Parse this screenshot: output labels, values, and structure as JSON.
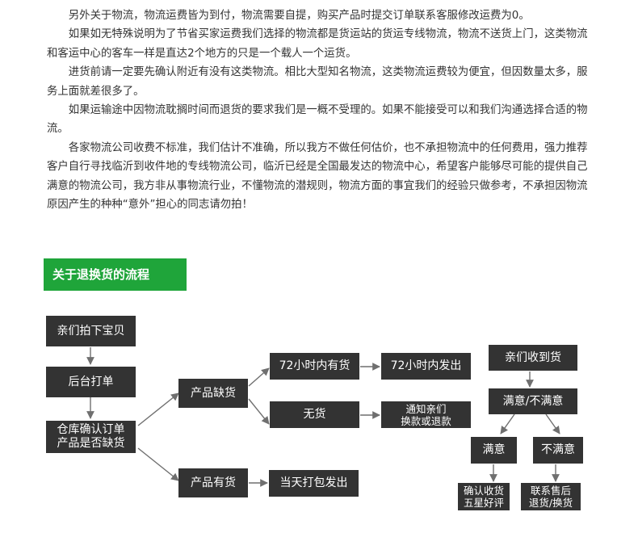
{
  "intro_paragraphs": [
    "另外关于物流，物流运费皆为到付，物流需要自提，购买产品时提交订单联系客服修改运费为0。",
    "如果如无特殊说明为了节省买家运费我们选择的物流都是货运站的货运专线物流，物流不送货上门，这类物流和客运中心的客车一样是直达2个地方的只是一个载人一个运货。",
    "进货前请一定要先确认附近有没有这类物流。相比大型知名物流，这类物流运费较为便宜，但因数量太多，服务上面就差很多了。",
    "如果运输途中因物流耽搁时间而退货的要求我们是一概不受理的。如果不能接受可以和我们沟通选择合适的物流。",
    "各家物流公司收费不标准，我们估计不准确，所以我方不做任何估价，也不承担物流中的任何费用，强力推荐客户自行寻找临沂到收件地的专线物流公司，临沂已经是全国最发达的物流中心，希望客户能够尽可能的提供自己满意的物流公司，我方非从事物流行业，不懂物流的潜规则，物流方面的事宜我们的经验只做参考，不承担因物流原因产生的种种“意外”担心的同志请勿拍！"
  ],
  "section_title": "关于退换货的流程",
  "flow": {
    "order_placed": "亲们拍下宝贝",
    "backend_order": "后台打单",
    "warehouse_check_line1": "仓库确认订单",
    "warehouse_check_line2": "产品是否缺货",
    "out_of_stock": "产品缺货",
    "in_stock": "产品有货",
    "restock_72h": "72小时内有货",
    "ship_72h": "72小时内发出",
    "no_stock": "无货",
    "notify_line1": "通知亲们",
    "notify_line2": "换款或退款",
    "ship_same_day": "当天打包发出",
    "received": "亲们收到货",
    "satisfied_or_not": "满意/不满意",
    "satisfied": "满意",
    "not_satisfied": "不满意",
    "confirm_line1": "确认收货",
    "confirm_line2": "五星好评",
    "contact_line1": "联系售后",
    "contact_line2": "退货/换货"
  },
  "colors": {
    "header_green": "#1fa53a",
    "box_dark": "#333333",
    "arrow": "#6f6f6f",
    "text": "#333333"
  }
}
